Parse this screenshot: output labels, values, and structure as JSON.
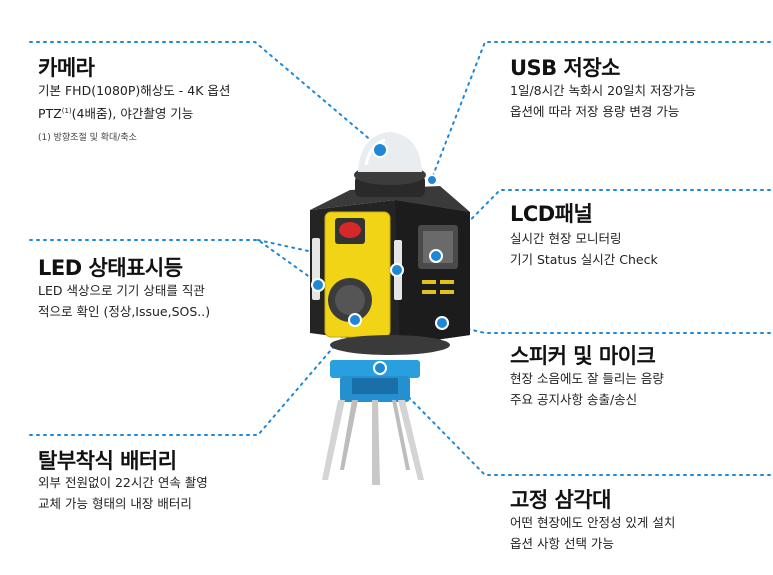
{
  "features": {
    "camera": {
      "title": "카메라",
      "line1": "기본 FHD(1080P)해상도 - 4K 옵션",
      "line2_pre": "PTZ",
      "line2_sup": "(1)",
      "line2_post": "(4배줌), 야간촬영 기능",
      "note": "(1) 방향조절 및 확대/축소"
    },
    "led": {
      "title": "LED 상태표시등",
      "line1": "LED 색상으로 기기 상태를 직관",
      "line2": "적으로 확인 (정상,Issue,SOS..)"
    },
    "battery": {
      "title": "탈부착식 배터리",
      "line1": "외부 전원없이 22시간 연속 촬영",
      "line2": "교체 가능 형태의 내장 배터리"
    },
    "usb": {
      "title": "USB 저장소",
      "line1": "1일/8시간 녹화시 20일치 저장가능",
      "line2": "옵션에 따라 저장 용량 변경 가능"
    },
    "lcd": {
      "title": "LCD패널",
      "line1": "실시간 현장 모니터링",
      "line2": "기기 Status 실시간 Check"
    },
    "speaker": {
      "title": "스피커 및 마이크",
      "line1": "현장 소음에도 잘 들리는 음량",
      "line2": "주요 공지사항 송출/송신"
    },
    "tripod": {
      "title": "고정 삼각대",
      "line1": "어떤 현장에도 안정성 있게 설치",
      "line2": "옵션 사항 선택 가능"
    }
  },
  "colors": {
    "accent": "#1e88d6",
    "device_body": "#2a2a2a",
    "yellow_panel": "#f2d416",
    "tripod": "#2a9fe0"
  }
}
